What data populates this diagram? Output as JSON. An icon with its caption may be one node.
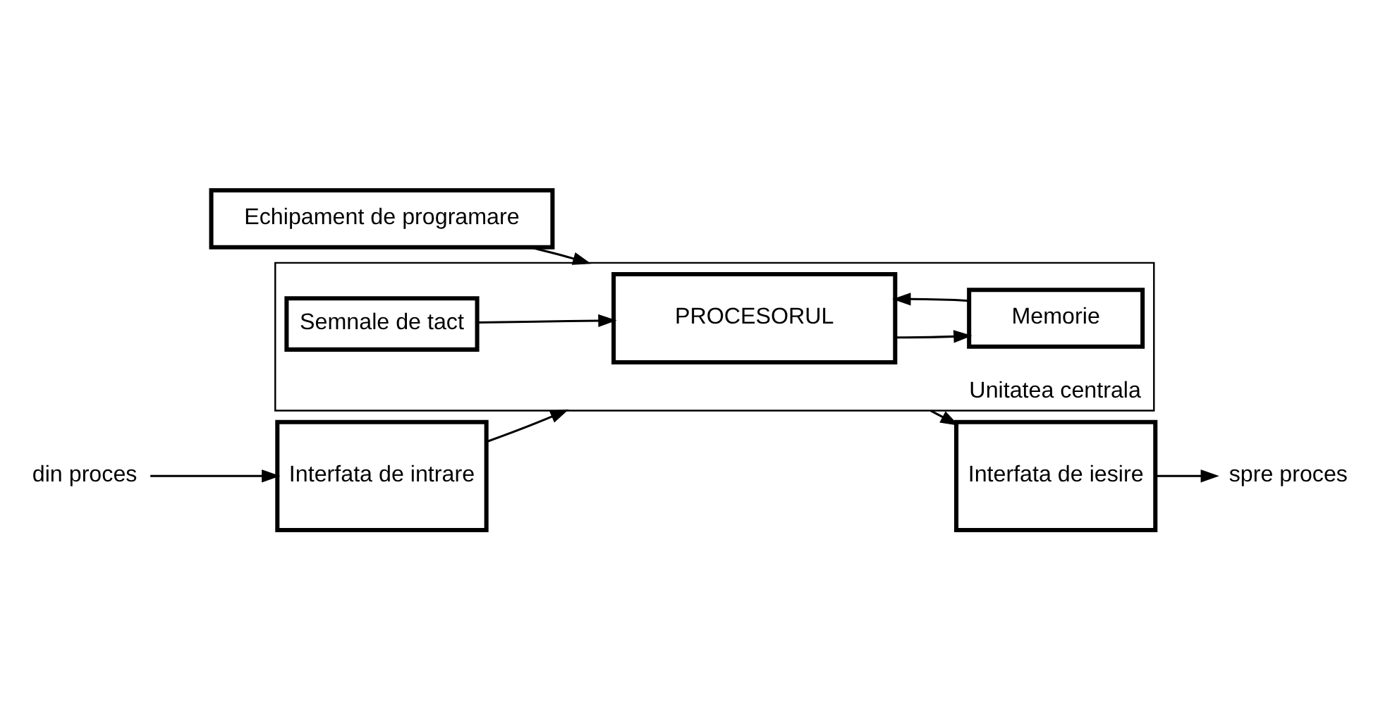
{
  "diagram": {
    "nodes": [
      {
        "text": [
          "Echipament de programare"
        ]
      },
      {
        "text": [
          "Unitatea centrala"
        ]
      },
      {
        "text": [
          "PROCESORUL"
        ],
        "in": 1
      },
      {
        "text": [
          "Semnale de tact"
        ],
        "in": 1
      },
      {
        "text": [
          "Memorie"
        ],
        "in": 1
      },
      {
        "text": [
          "Interfata de intrare"
        ]
      },
      {
        "text": [
          "Interfata de iesire"
        ]
      },
      {
        "text": [
          "din proces"
        ]
      },
      {
        "text": [
          "spre proces"
        ]
      }
    ],
    "edges": [
      {
        "from": 7,
        "to": 5,
        "arrow": "to"
      },
      {
        "from": 5,
        "to": 1,
        "arrow": "to"
      },
      {
        "from": 0,
        "to": 1,
        "arrow": "to"
      },
      {
        "from": 1,
        "to": 6,
        "arrow": "to"
      },
      {
        "from": 6,
        "to": 8,
        "arrow": "to"
      },
      {
        "from": 3,
        "to": 2,
        "arrow": "to"
      },
      {
        "from": 2,
        "to": 4,
        "arrow": "to"
      },
      {
        "from": 4,
        "to": 2,
        "arrow": "to"
      }
    ]
  }
}
